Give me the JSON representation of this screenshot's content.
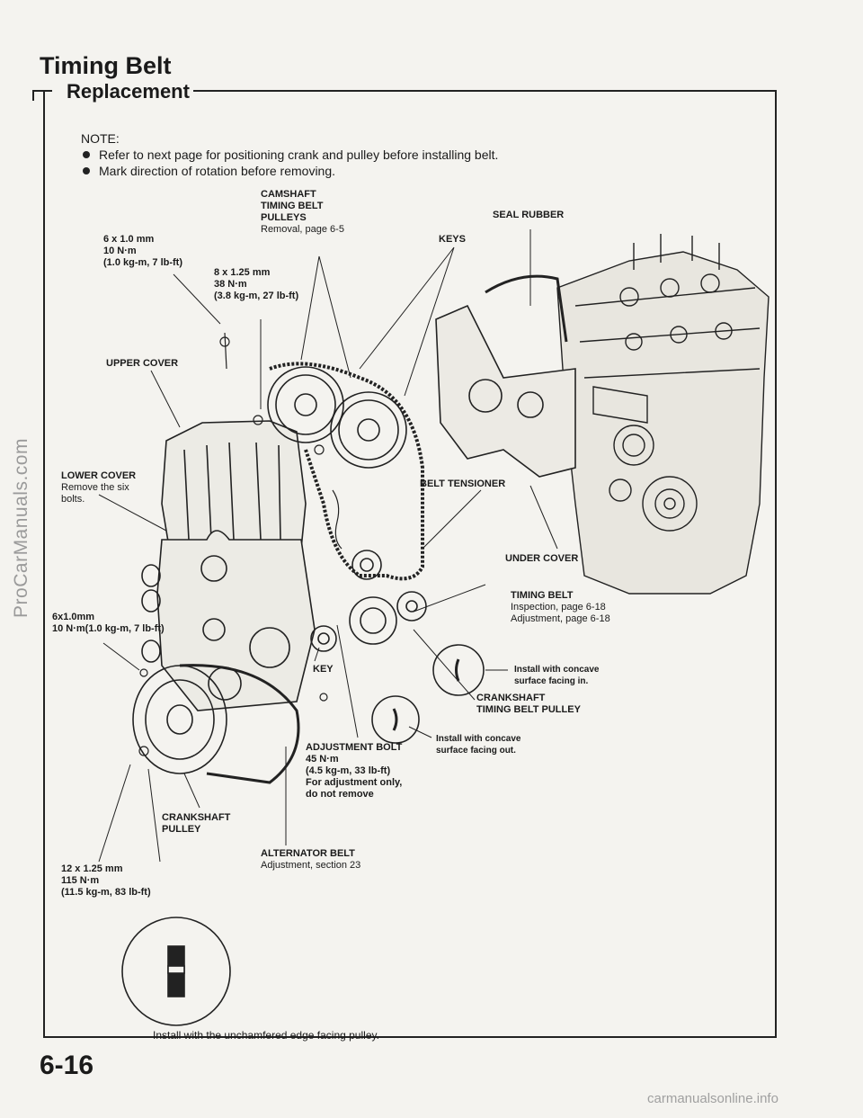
{
  "sidebar_watermark": "ProCarManuals.com",
  "page_title": "Timing Belt",
  "section_title": "Replacement",
  "note": {
    "heading": "NOTE:",
    "bullets": [
      "Refer to next page for positioning crank and pulley before installing belt.",
      "Mark direction of rotation before removing."
    ]
  },
  "labels": {
    "bolt_6x10": {
      "title": "6 x 1.0 mm",
      "l2": "10 N·m",
      "l3": "(1.0 kg-m, 7 lb-ft)"
    },
    "bolt_8x125": {
      "title": "8 x 1.25 mm",
      "l2": "38 N·m",
      "l3": "(3.8 kg-m, 27 lb-ft)"
    },
    "camshaft": {
      "l1": "CAMSHAFT",
      "l2": "TIMING BELT",
      "l3": "PULLEYS",
      "l4": "Removal, page 6-5"
    },
    "seal_rubber": "SEAL RUBBER",
    "keys": "KEYS",
    "upper_cover": "UPPER COVER",
    "lower_cover": {
      "title": "LOWER COVER",
      "l2": "Remove the six",
      "l3": "bolts."
    },
    "belt_tensioner": "BELT TENSIONER",
    "under_cover": "UNDER COVER",
    "timing_belt": {
      "title": "TIMING BELT",
      "l2": "Inspection, page 6-18",
      "l3": "Adjustment, page 6-18"
    },
    "bolt_6x10b": {
      "title": "6x1.0mm",
      "l2": "10 N·m(1.0 kg-m, 7 lb-ft)"
    },
    "key": "KEY",
    "concave_in": {
      "l1": "Install with concave",
      "l2": "surface facing in."
    },
    "crank_timing": {
      "l1": "CRANKSHAFT",
      "l2": "TIMING BELT PULLEY"
    },
    "concave_out": {
      "l1": "Install with concave",
      "l2": "surface facing out."
    },
    "adjustment_bolt": {
      "l1": "ADJUSTMENT BOLT",
      "l2": "45 N·m",
      "l3": "(4.5 kg-m, 33 lb-ft)",
      "l4": "For adjustment only,",
      "l5": "do not remove"
    },
    "crank_pulley": {
      "l1": "CRANKSHAFT",
      "l2": "PULLEY"
    },
    "alternator_belt": {
      "title": "ALTERNATOR BELT",
      "l2": "Adjustment, section 23"
    },
    "bolt_12x125": {
      "title": "12 x 1.25 mm",
      "l2": "115 N·m",
      "l3": "(11.5 kg-m, 83 lb-ft)"
    },
    "unchamfered": "Install with the unchamfered edge facing pulley."
  },
  "page_number": "6-16",
  "footer_watermark": "carmanualsonline.info"
}
